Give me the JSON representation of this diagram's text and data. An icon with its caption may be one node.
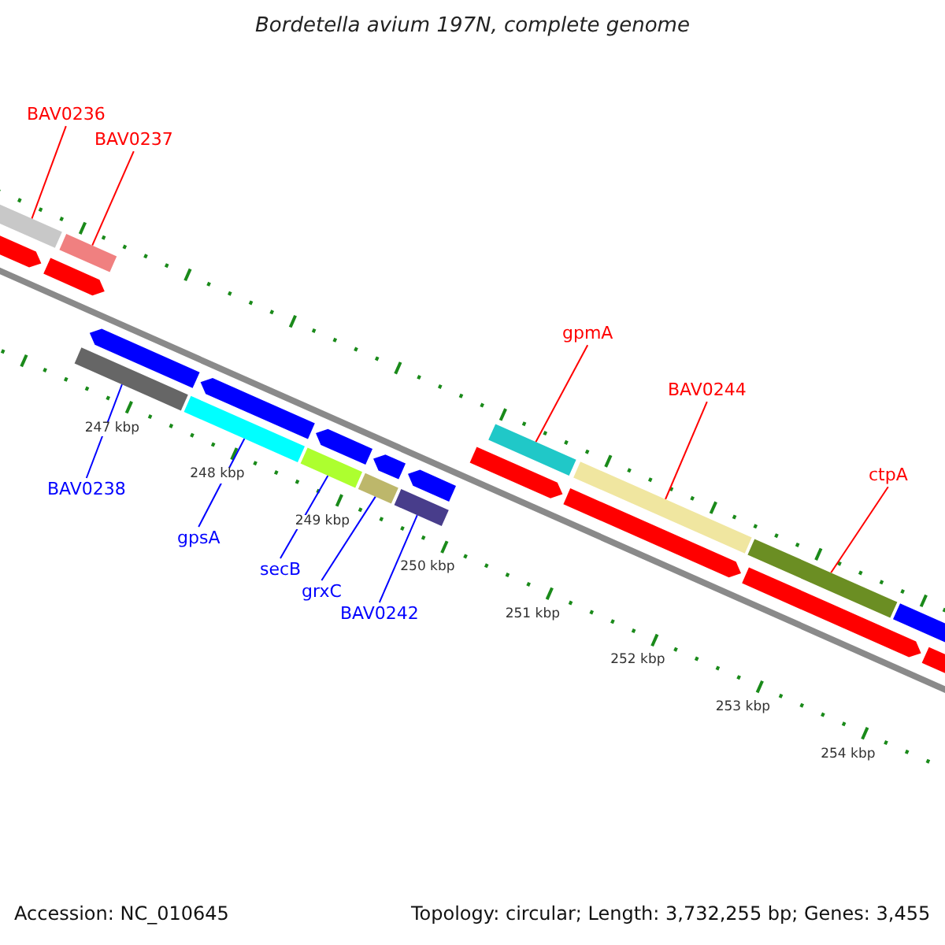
{
  "diagram": {
    "title": "Bordetella avium 197N, complete genome",
    "nodes": [
      {
        "text": [
          "BAV0236"
        ]
      },
      {
        "text": [],
        "shape": "bar"
      },
      {
        "text": [
          "BAV0237"
        ]
      },
      {
        "text": [],
        "shape": "bar"
      },
      {
        "text": [
          "gpmA"
        ]
      },
      {
        "text": [],
        "shape": "bar"
      },
      {
        "text": [
          "BAV0244"
        ]
      },
      {
        "text": [],
        "shape": "bar"
      },
      {
        "text": [
          "ctpA"
        ]
      },
      {
        "text": [],
        "shape": "bar"
      },
      {
        "text": [
          "BAV0238"
        ]
      },
      {
        "text": [],
        "shape": "bar"
      },
      {
        "text": [
          "gpsA"
        ]
      },
      {
        "text": [],
        "shape": "bar"
      },
      {
        "text": [
          "secB"
        ]
      },
      {
        "text": [],
        "shape": "bar"
      },
      {
        "text": [
          "grxC"
        ]
      },
      {
        "text": [],
        "shape": "bar"
      },
      {
        "text": [
          "BAV0242"
        ]
      },
      {
        "text": [],
        "shape": "bar"
      },
      {
        "text": [],
        "shape": "arrow"
      },
      {
        "text": [],
        "shape": "arrow"
      },
      {
        "text": [],
        "shape": "arrow"
      },
      {
        "text": [],
        "shape": "arrow"
      },
      {
        "text": [],
        "shape": "arrow"
      },
      {
        "text": [],
        "shape": "arrow"
      },
      {
        "text": [],
        "shape": "bar"
      },
      {
        "text": [],
        "shape": "arrow"
      },
      {
        "text": [],
        "shape": "arrow"
      },
      {
        "text": [],
        "shape": "arrow"
      },
      {
        "text": [],
        "shape": "arrow"
      },
      {
        "text": [],
        "shape": "arrow"
      }
    ],
    "edges": [
      {
        "from": 0,
        "to": 1,
        "arrow": "none",
        "color": "#ff0000"
      },
      {
        "from": 2,
        "to": 3,
        "arrow": "none",
        "color": "#ff0000"
      },
      {
        "from": 4,
        "to": 5,
        "arrow": "none",
        "color": "#ff0000"
      },
      {
        "from": 6,
        "to": 7,
        "arrow": "none",
        "color": "#ff0000"
      },
      {
        "from": 8,
        "to": 9,
        "arrow": "none",
        "color": "#ff0000"
      },
      {
        "from": 10,
        "to": 11,
        "arrow": "none",
        "color": "#0000ff"
      },
      {
        "from": 12,
        "to": 13,
        "arrow": "none",
        "color": "#0000ff"
      },
      {
        "from": 14,
        "to": 15,
        "arrow": "none",
        "color": "#0000ff"
      },
      {
        "from": 16,
        "to": 17,
        "arrow": "none",
        "color": "#0000ff"
      },
      {
        "from": 18,
        "to": 19,
        "arrow": "none",
        "color": "#0000ff"
      }
    ],
    "labels": [
      "247 kbp",
      "248 kbp",
      "249 kbp",
      "250 kbp",
      "251 kbp",
      "252 kbp",
      "253 kbp",
      "254 kbp",
      "Accession: NC_010645",
      "Topology: circular; Length: 3,732,255 bp; Genes: 3,455"
    ]
  }
}
